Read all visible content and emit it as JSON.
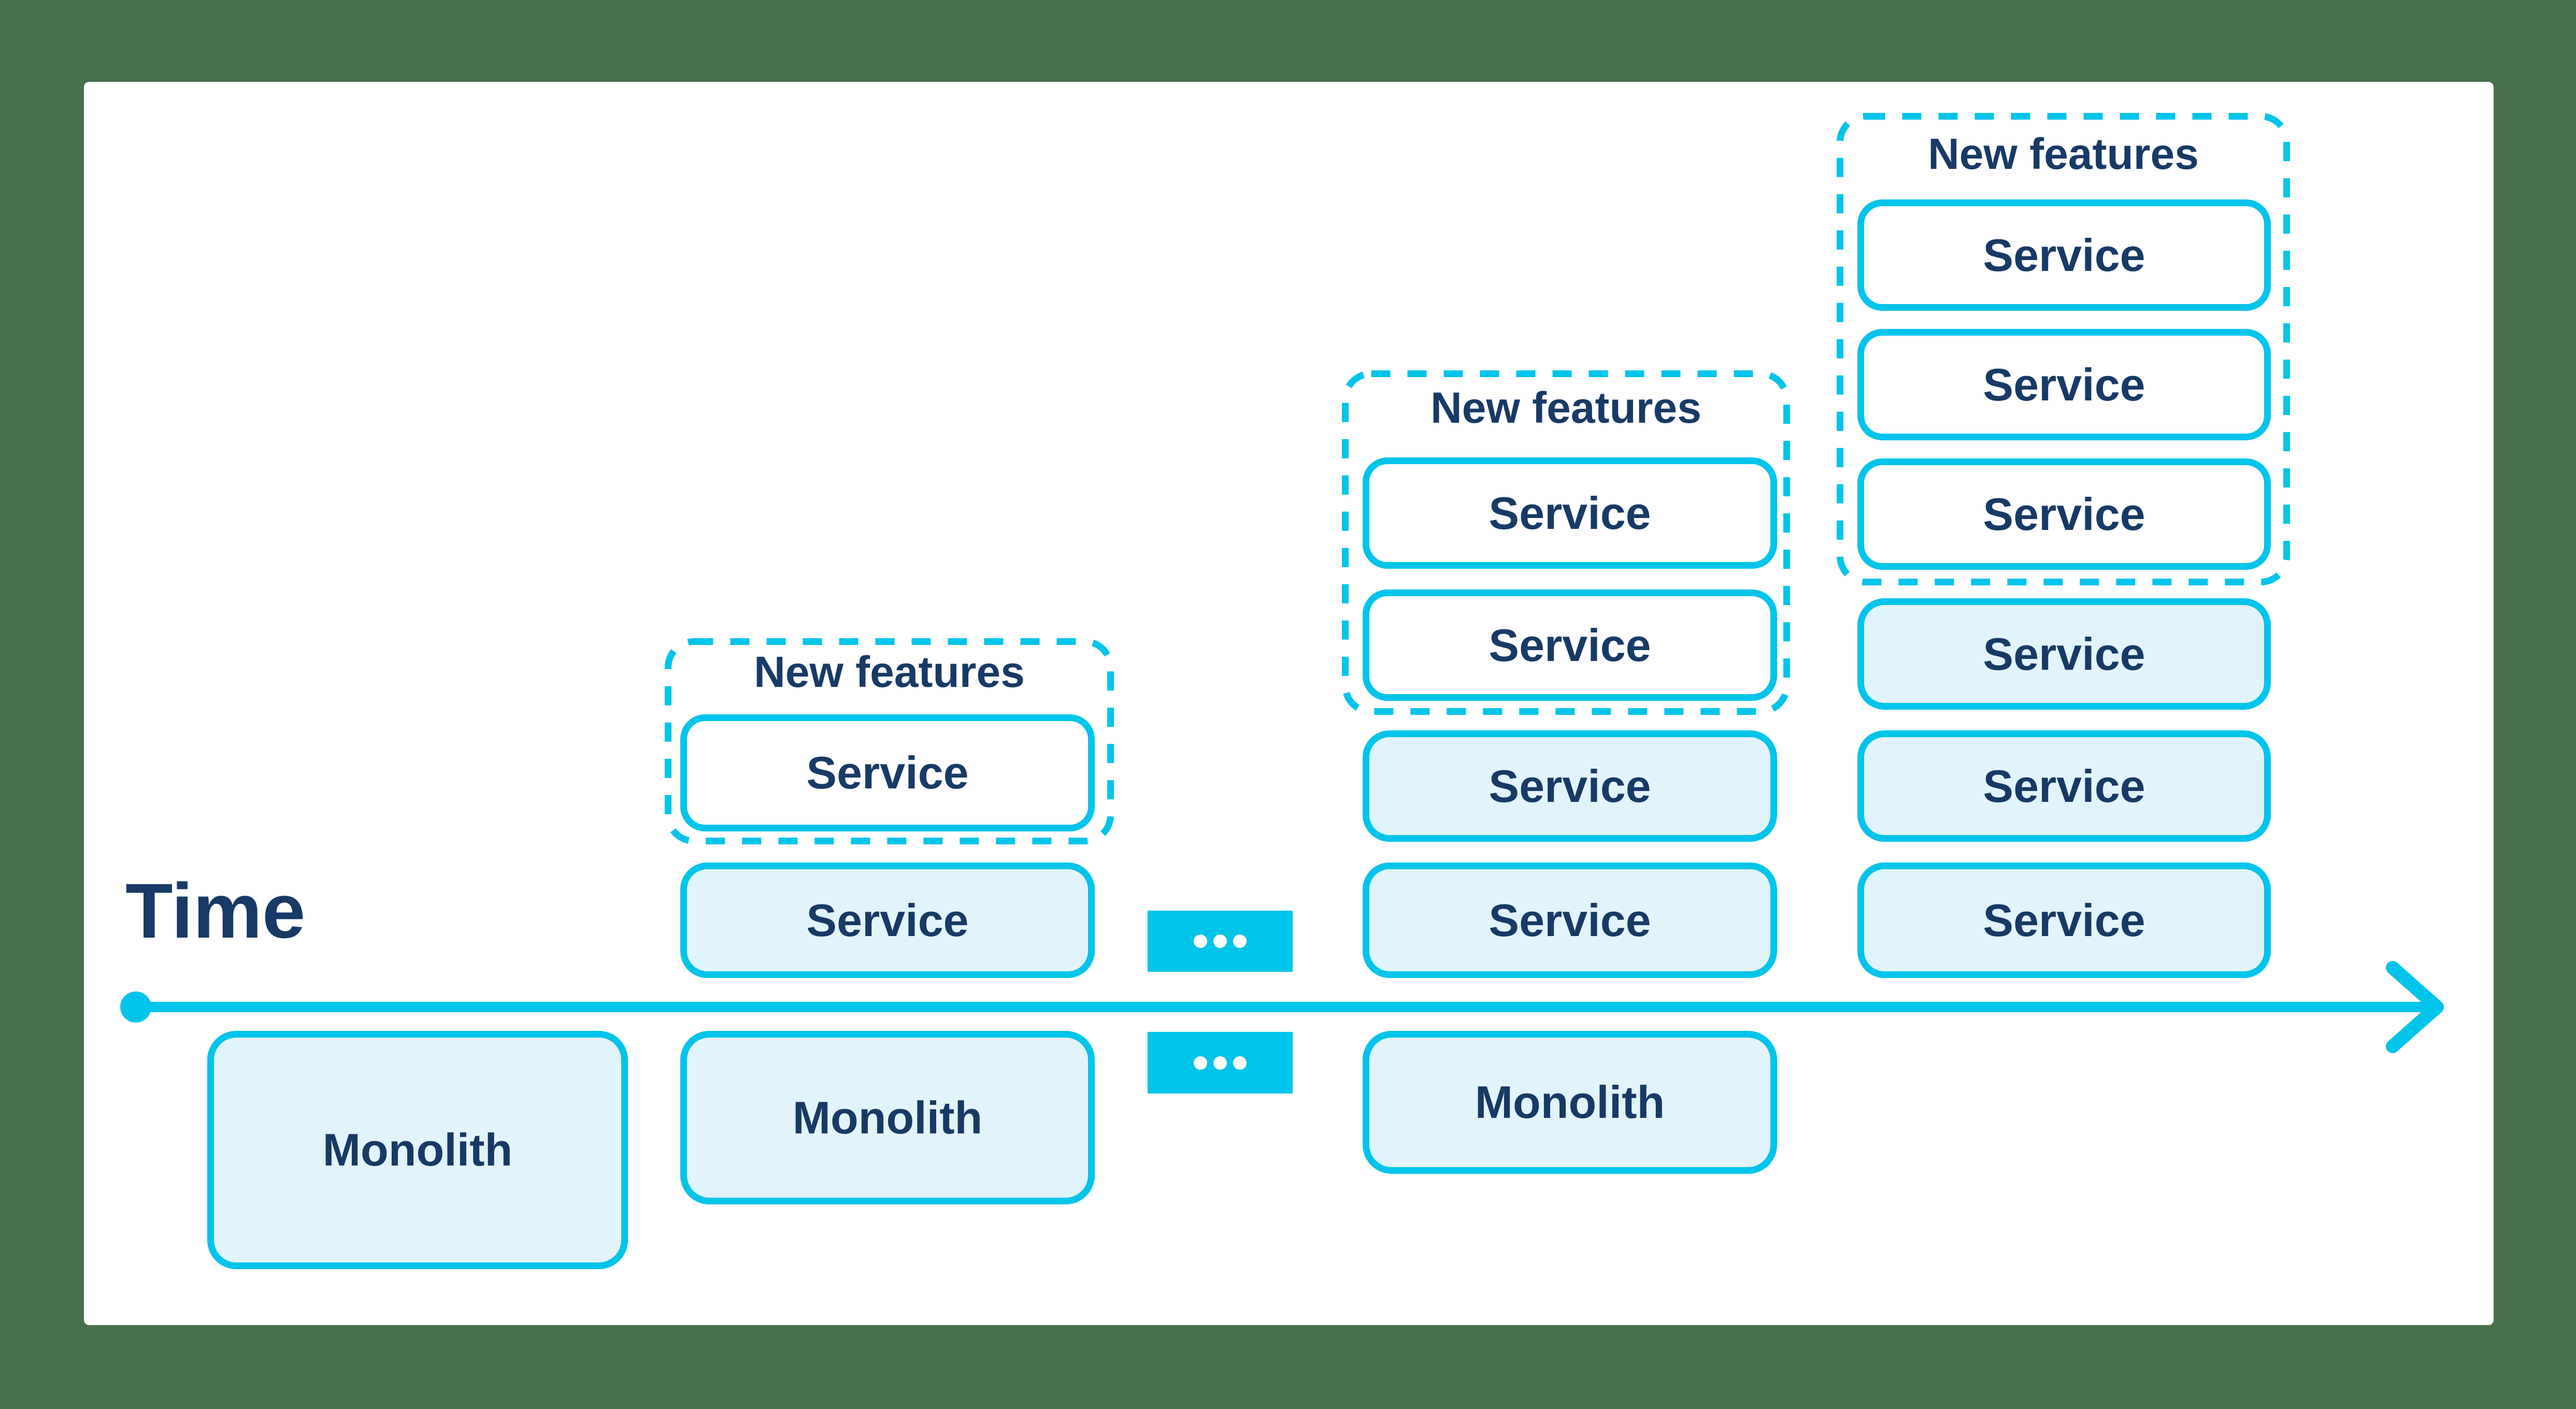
{
  "diagram": {
    "title_hint": "Monolith to microservices migration over time",
    "colors": {
      "frame_green": "#47704B",
      "canvas_white": "#FFFFFF",
      "accent_cyan": "#00C4EA",
      "box_fill_light": "#E2F4FB",
      "text_navy": "#173A66"
    }
  },
  "timeline": {
    "label": "Time",
    "start_marker": "dot",
    "end_marker": "arrow-right"
  },
  "connectors": {
    "top": {
      "icon": "ellipsis-dots"
    },
    "bottom": {
      "icon": "ellipsis-dots"
    }
  },
  "columns": [
    {
      "name": "stage-1",
      "monolith": {
        "label": "Monolith"
      }
    },
    {
      "name": "stage-2",
      "monolith": {
        "label": "Monolith"
      },
      "services": [
        {
          "label": "Service"
        }
      ],
      "new_features": {
        "label": "New features",
        "services": [
          {
            "label": "Service"
          }
        ]
      }
    },
    {
      "name": "stage-3",
      "monolith": {
        "label": "Monolith"
      },
      "services": [
        {
          "label": "Service"
        },
        {
          "label": "Service"
        }
      ],
      "new_features": {
        "label": "New features",
        "services": [
          {
            "label": "Service"
          },
          {
            "label": "Service"
          }
        ]
      }
    },
    {
      "name": "stage-4",
      "services": [
        {
          "label": "Service"
        },
        {
          "label": "Service"
        },
        {
          "label": "Service"
        }
      ],
      "new_features": {
        "label": "New features",
        "services": [
          {
            "label": "Service"
          },
          {
            "label": "Service"
          },
          {
            "label": "Service"
          }
        ]
      }
    }
  ]
}
